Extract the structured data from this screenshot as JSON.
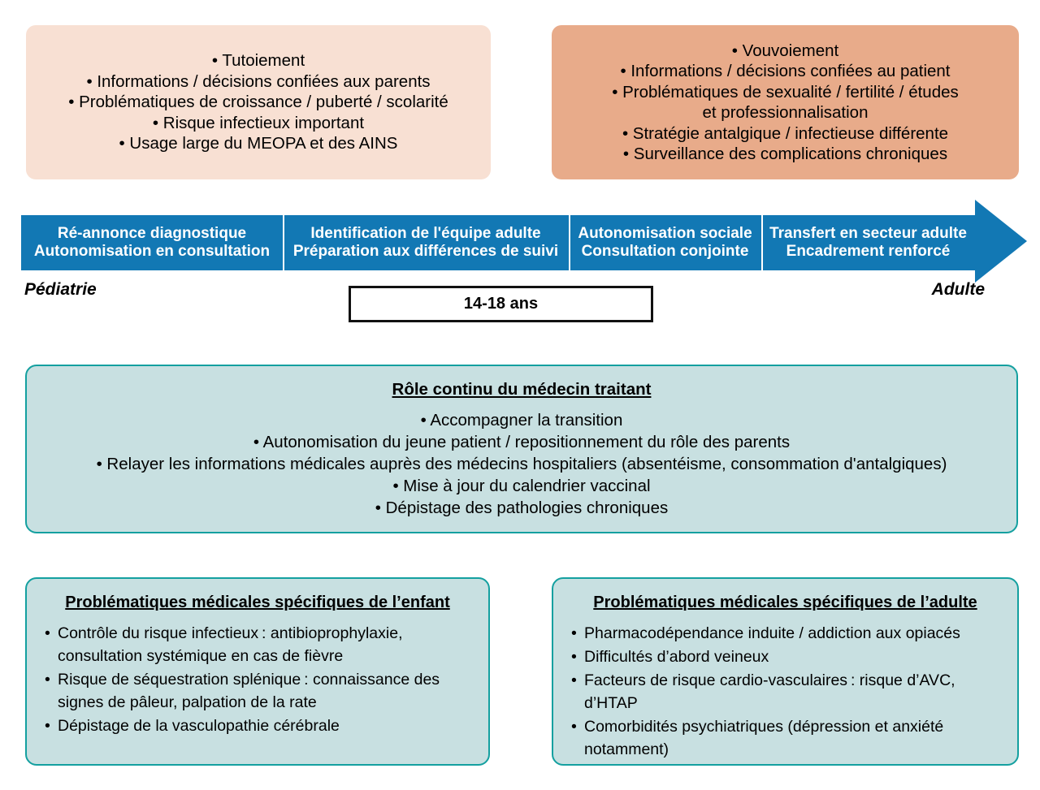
{
  "colors": {
    "peach_light": "#F8E0D3",
    "peach_dark": "#E8AB8A",
    "arrow_blue": "#1278B4",
    "teal_fill": "#C8E0E1",
    "teal_border": "#14A0A0",
    "black": "#000000"
  },
  "pediatric_box": {
    "lines": [
      "• Tutoiement",
      "• Informations / décisions confiées aux parents",
      "• Problématiques de croissance / puberté / scolarité",
      "• Risque infectieux important",
      "• Usage large du MEOPA et des AINS"
    ]
  },
  "adult_box": {
    "lines": [
      "• Vouvoiement",
      "• Informations / décisions confiées au patient",
      "• Problématiques de sexualité / fertilité / études",
      "et professionnalisation",
      "• Stratégie antalgique / infectieuse différente",
      "• Surveillance des complications chroniques"
    ]
  },
  "arrow": {
    "segments": [
      {
        "line1": "Ré-annonce diagnostique",
        "line2": "Autonomisation en consultation"
      },
      {
        "line1": "Identification de l'équipe adulte",
        "line2": "Préparation aux différences de suivi"
      },
      {
        "line1": "Autonomisation sociale",
        "line2": "Consultation conjointe"
      },
      {
        "line1": "Transfert en secteur adulte",
        "line2": "Encadrement renforcé"
      }
    ],
    "start_label": "Pédiatrie",
    "end_label": "Adulte",
    "age_range": "14-18 ans"
  },
  "gp_box": {
    "title": "Rôle continu du médecin traitant",
    "lines": [
      "• Accompagner la transition",
      "• Autonomisation du jeune patient / repositionnement du rôle des parents",
      "• Relayer les informations médicales auprès des médecins hospitaliers (absentéisme, consommation d'antalgiques)",
      "• Mise à jour du calendrier vaccinal",
      "• Dépistage des pathologies chroniques"
    ]
  },
  "child_issues": {
    "title": "Problématiques médicales spécifiques de l’enfant",
    "items": [
      "Contrôle du risque infectieux : antibioprophylaxie, consultation systémique en cas de fièvre",
      "Risque de séquestration splénique : connaissance des signes de pâleur, palpation de la rate",
      "Dépistage de la vasculopathie cérébrale"
    ]
  },
  "adult_issues": {
    "title": "Problématiques médicales spécifiques de l’adulte",
    "items": [
      "Pharmacodépendance induite / addiction aux opiacés",
      "Difficultés d’abord veineux",
      "Facteurs de risque cardio-vasculaires : risque d’AVC, d’HTAP",
      "Comorbidités psychiatriques (dépression et anxiété notamment)"
    ]
  }
}
